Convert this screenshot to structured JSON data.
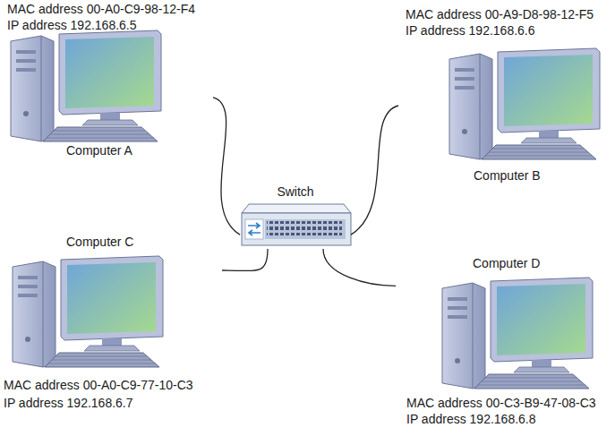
{
  "diagram": {
    "nodes": [
      {
        "text": [
          "MAC address 00-A0-C9-98-12-F4",
          "IP address 192.168.6.5",
          "Computer A"
        ]
      },
      {
        "text": [
          "MAC address 00-A9-D8-98-12-F5",
          "IP address 192.168.6.6",
          "Computer B"
        ]
      },
      {
        "text": [
          "Switch"
        ]
      },
      {
        "text": [
          "Computer C",
          "MAC address 00-A0-C9-77-10-C3",
          "IP address 192.168.6.7"
        ]
      },
      {
        "text": [
          "Computer D",
          "MAC address 00-C3-B9-47-08-C3",
          "IP address 192.168.6.8"
        ]
      }
    ],
    "edges": [
      {
        "from": 0,
        "to": 2,
        "arrow": "none"
      },
      {
        "from": 1,
        "to": 2,
        "arrow": "none"
      },
      {
        "from": 3,
        "to": 2,
        "arrow": "none"
      },
      {
        "from": 4,
        "to": 2,
        "arrow": "none"
      }
    ]
  }
}
